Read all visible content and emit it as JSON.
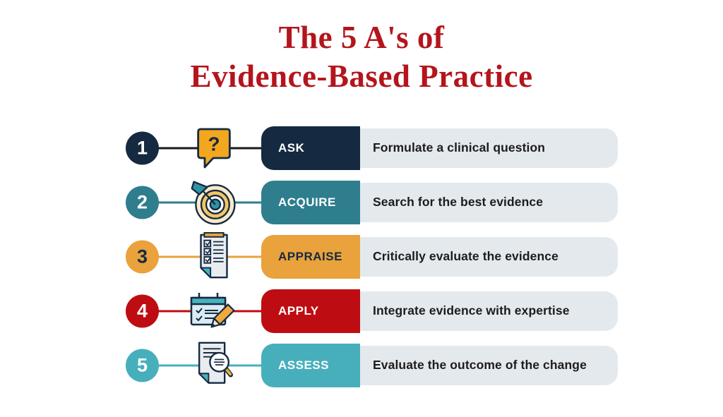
{
  "title": {
    "line1": "The 5 A's of",
    "line2": "Evidence-Based Practice",
    "color": "#B4151C"
  },
  "steps": [
    {
      "number": "1",
      "label": "ASK",
      "description": "Formulate a clinical question",
      "icon": "question-speech-bubble-icon",
      "color": "#152A41",
      "label_text_color": "#FFFFFF",
      "number_text_color": "#FFFFFF",
      "line_color": "#1A1A1A"
    },
    {
      "number": "2",
      "label": "ACQUIRE",
      "description": "Search for the best evidence",
      "icon": "target-dart-icon",
      "color": "#2E7E8E",
      "label_text_color": "#FFFFFF",
      "number_text_color": "#FFFFFF",
      "line_color": "#2E7E8E"
    },
    {
      "number": "3",
      "label": "APPRAISE",
      "description": "Critically evaluate the evidence",
      "icon": "checklist-document-icon",
      "color": "#E9A23C",
      "label_text_color": "#152A41",
      "number_text_color": "#152A41",
      "line_color": "#E9A23C"
    },
    {
      "number": "4",
      "label": "APPLY",
      "description": "Integrate evidence with expertise",
      "icon": "calendar-pencil-icon",
      "color": "#BE0D12",
      "label_text_color": "#FFFFFF",
      "number_text_color": "#FFFFFF",
      "line_color": "#BE0D12"
    },
    {
      "number": "5",
      "label": "ASSESS",
      "description": "Evaluate the outcome of the change",
      "icon": "document-magnifier-icon",
      "color": "#47AFBC",
      "label_text_color": "#FFFFFF",
      "number_text_color": "#FFFFFF",
      "line_color": "#47AFBC"
    }
  ],
  "colors": {
    "background": "#FFFFFF",
    "track_background": "#E4E9EE",
    "description_text": "#1C1C1C"
  }
}
